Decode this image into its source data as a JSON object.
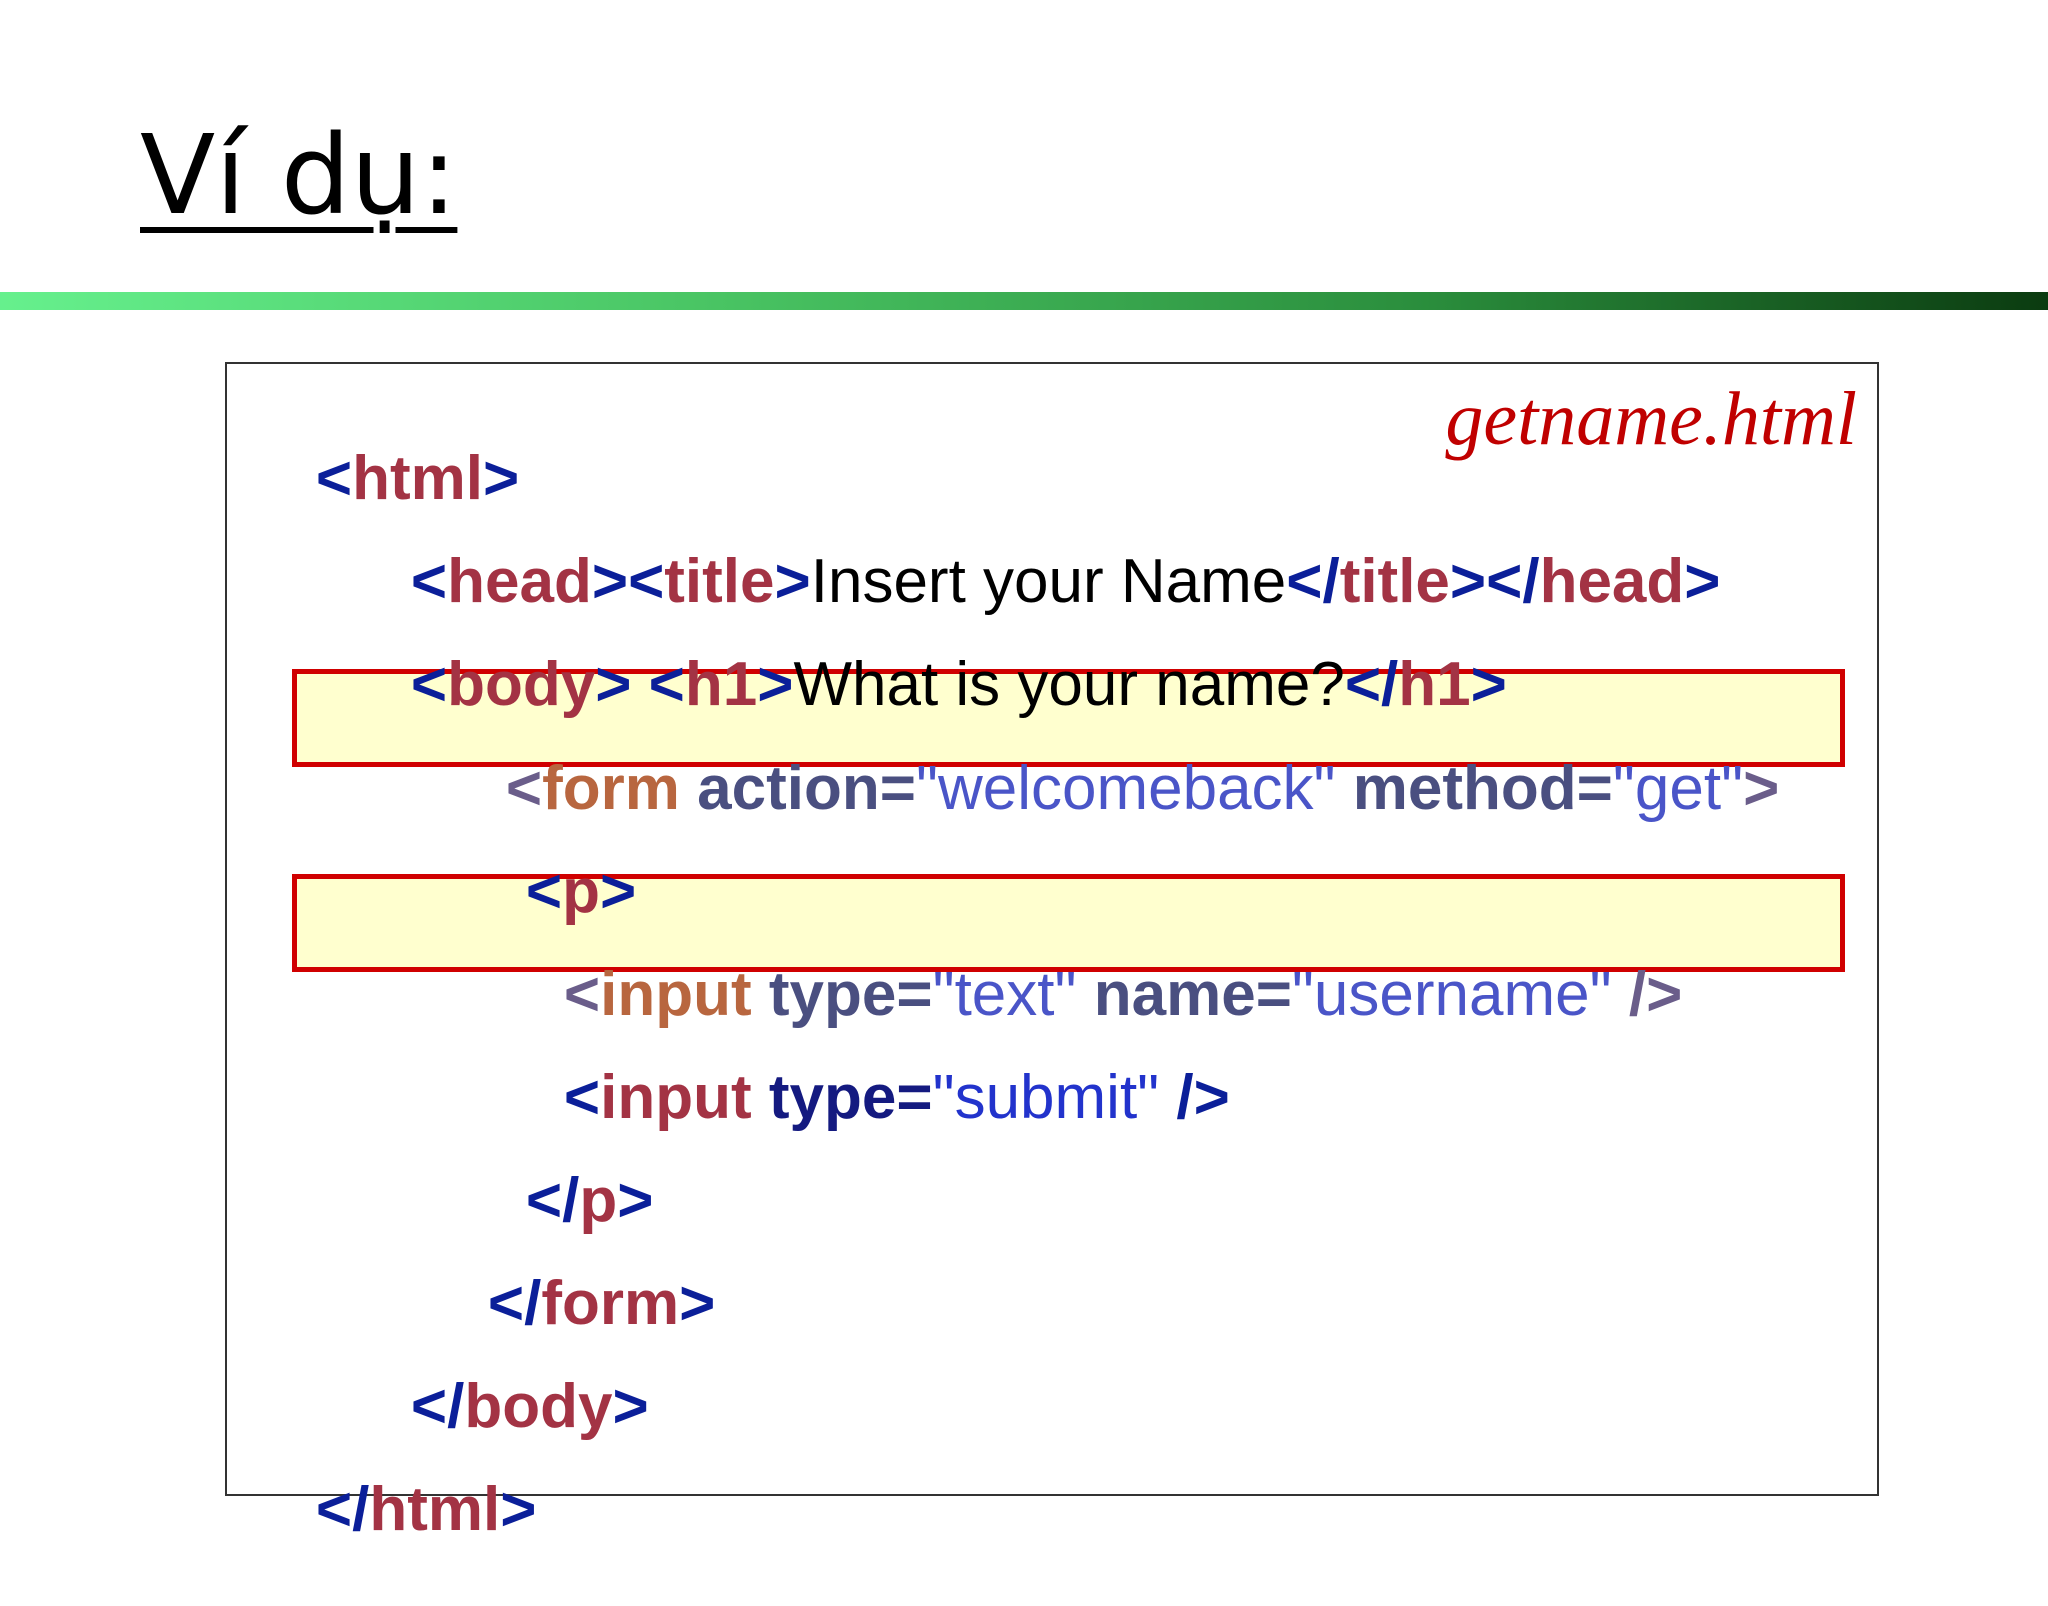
{
  "slide": {
    "title": "Ví dụ:",
    "filename": "getname.html"
  },
  "code": {
    "l1": {
      "open": "<",
      "tag": "html",
      "close": ">"
    },
    "l2": {
      "o1": "<",
      "tag1": "head",
      "c1": ">",
      "o2": "<",
      "tag2": "title",
      "c2": ">",
      "text": "Insert your Name",
      "o3": "</",
      "tag3": "title",
      "c3": ">",
      "o4": "</",
      "tag4": "head",
      "c4": ">"
    },
    "l3": {
      "o1": "<",
      "tag1": "body",
      "c1": "> ",
      "o2": "<",
      "tag2": "h1",
      "c2": ">",
      "text": "What is your name?",
      "o3": "</",
      "tag3": "h1",
      "c3": ">"
    },
    "l4": {
      "o1": "<",
      "tag": "form",
      "sp1": " ",
      "attr1": "action=",
      "val1": "\"welcomeback\"",
      "sp2": " ",
      "attr2": "method=",
      "val2": "\"get\"",
      "c1": ">"
    },
    "l5": {
      "open": "<",
      "tag": "p",
      "close": ">"
    },
    "l6": {
      "o1": "<",
      "tag": "input",
      "sp1": " ",
      "attr1": "type=",
      "val1": "\"text\"",
      "sp2": " ",
      "attr2": "name=",
      "val2": "\"username\"",
      "c1": " />"
    },
    "l7": {
      "o1": "<",
      "tag": "input",
      "sp1": " ",
      "attr1": "type=",
      "val1": "\"submit\"",
      "c1": " />"
    },
    "l8": {
      "open": "</",
      "tag": "p",
      "close": ">"
    },
    "l9": {
      "open": "</",
      "tag": "form",
      "close": ">"
    },
    "l10": {
      "open": "</",
      "tag": "body",
      "close": ">"
    },
    "l11": {
      "open": "</",
      "tag": "html",
      "close": ">"
    }
  }
}
